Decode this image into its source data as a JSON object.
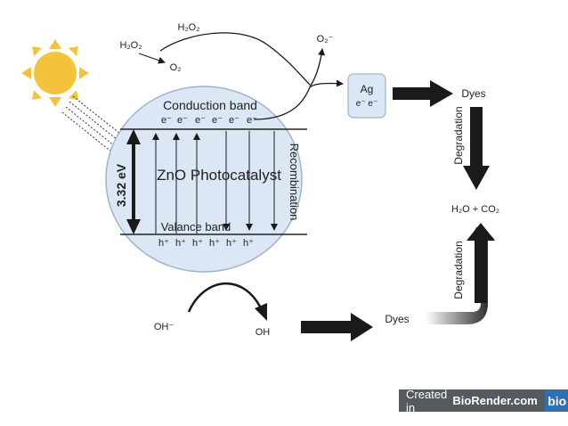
{
  "labels": {
    "h2o2_top": "H₂O₂",
    "h2o2_left": "H₂O₂",
    "o2": "O₂",
    "o2_radical": "O₂⁻",
    "conduction_band": "Conduction band",
    "electrons": [
      "e⁻",
      "e⁻",
      "e⁻",
      "e⁻",
      "e⁻",
      "e⁻"
    ],
    "ag": "Ag",
    "ag_electrons": "e⁻ e⁻",
    "dyes_top": "Dyes",
    "degradation_top": "Degradation",
    "band_gap": "3.32 eV",
    "zno_title": "ZnO Photocatalyst",
    "recombination": "Recombination",
    "product": "H₂O + CO₂",
    "valence_band": "Valance band",
    "holes": [
      "h⁺",
      "h⁺",
      "h⁺",
      "h⁺",
      "h⁺",
      "h⁺"
    ],
    "degradation_bottom": "Degradation",
    "oh_ion": "OH⁻",
    "oh_radical": "OH",
    "dyes_bottom": "Dyes"
  },
  "branding": {
    "created_in": "Created in",
    "brand_name": "BioRender.com",
    "logo": "bio"
  },
  "colors": {
    "circle_fill": "#dbe7f5",
    "circle_stroke": "#9fb4cc",
    "sun": "#f3c33b",
    "arrow": "#1a1a1a",
    "brand_bar": "#555a5e",
    "brand_logo": "#2f6fb3"
  },
  "icons": {
    "sun": "sun-icon"
  }
}
